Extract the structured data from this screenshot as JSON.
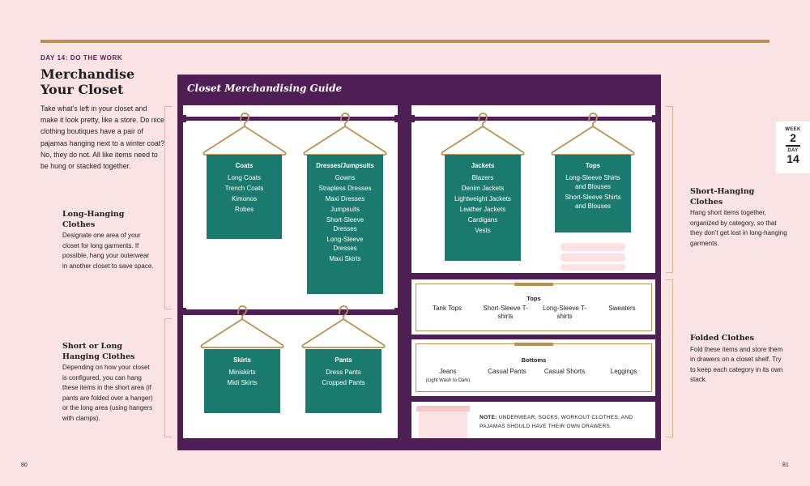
{
  "header": {
    "eyebrow": "DAY 14: DO THE WORK",
    "title": "Merchandise Your Closet",
    "intro": "Take what’s left in your closet and make it look pretty, like a store. Do nice clothing boutiques have a pair of pajamas hanging next to a winter coat? No, they do not. All like items need to be hung or stacked together."
  },
  "left_notes": [
    {
      "title": "Long-Hanging Clothes",
      "text": "Designate one area of your closet for long garments. If possible, hang your outerwear in another closet to save space."
    },
    {
      "title": "Short or Long Hanging Clothes",
      "text": "Depending on how your closet is configured, you can hang these items in the short area (if pants are folded over a hanger) or the long area (using hangers with clamps)."
    }
  ],
  "right_notes": [
    {
      "title": "Short-Hanging Clothes",
      "text": "Hang short items together, organized by category, so that they don’t get lost in long-hanging garments."
    },
    {
      "title": "Folded Clothes",
      "text": "Fold these items and store them in drawers on a closet shelf. Try to keep each category in its own stack."
    }
  ],
  "guide": {
    "title": "Closet Merchandising Guide",
    "tags": [
      {
        "title": "Coats",
        "items": [
          "Long Coats",
          "Trench Coats",
          "Kimonos",
          "Robes"
        ]
      },
      {
        "title": "Dresses/Jumpsuits",
        "items": [
          "Gowns",
          "Strapless Dresses",
          "Maxi Dresses",
          "Jumpsuits",
          "Short-Sleeve Dresses",
          "Long-Sleeve Dresses",
          "Maxi Skirts"
        ]
      },
      {
        "title": "Skirts",
        "items": [
          "Miniskirts",
          "Midi Skirts"
        ]
      },
      {
        "title": "Pants",
        "items": [
          "Dress Pants",
          "Cropped Pants"
        ]
      },
      {
        "title": "Jackets",
        "items": [
          "Blazers",
          "Denim Jackets",
          "Lightweight Jackets",
          "Leather Jackets",
          "Cardigans",
          "Vests"
        ]
      },
      {
        "title": "Tops",
        "items": [
          "Long-Sleeve Shirts and Blouses",
          "Short-Sleeve Shirts and Blouses"
        ]
      }
    ],
    "shelves": [
      {
        "title": "Tops",
        "items": [
          "Tank Tops",
          "Short-Sleeve T-shirts",
          "Long-Sleeve T-shirts",
          "Sweaters"
        ]
      },
      {
        "title": "Bottoms",
        "items": [
          "Jeans",
          "Casual Pants",
          "Casual Shorts",
          "Leggings"
        ],
        "note": "(Light Wash to Dark)"
      }
    ],
    "note_label": "NOTE:",
    "note_text": "UNDERWEAR, SOCKS, WORKOUT CLOTHES, AND PAJAMAS SHOULD HAVE THEIR OWN DRAWERS."
  },
  "week_badge": {
    "week_label": "WEEK",
    "week": "2",
    "day_label": "DAY",
    "day": "14"
  },
  "pages": {
    "left": "80",
    "right": "81"
  },
  "colors": {
    "purple": "#4e1e55",
    "teal": "#1a7a6d",
    "gold": "#b89250",
    "pink": "#fbe3e3"
  }
}
